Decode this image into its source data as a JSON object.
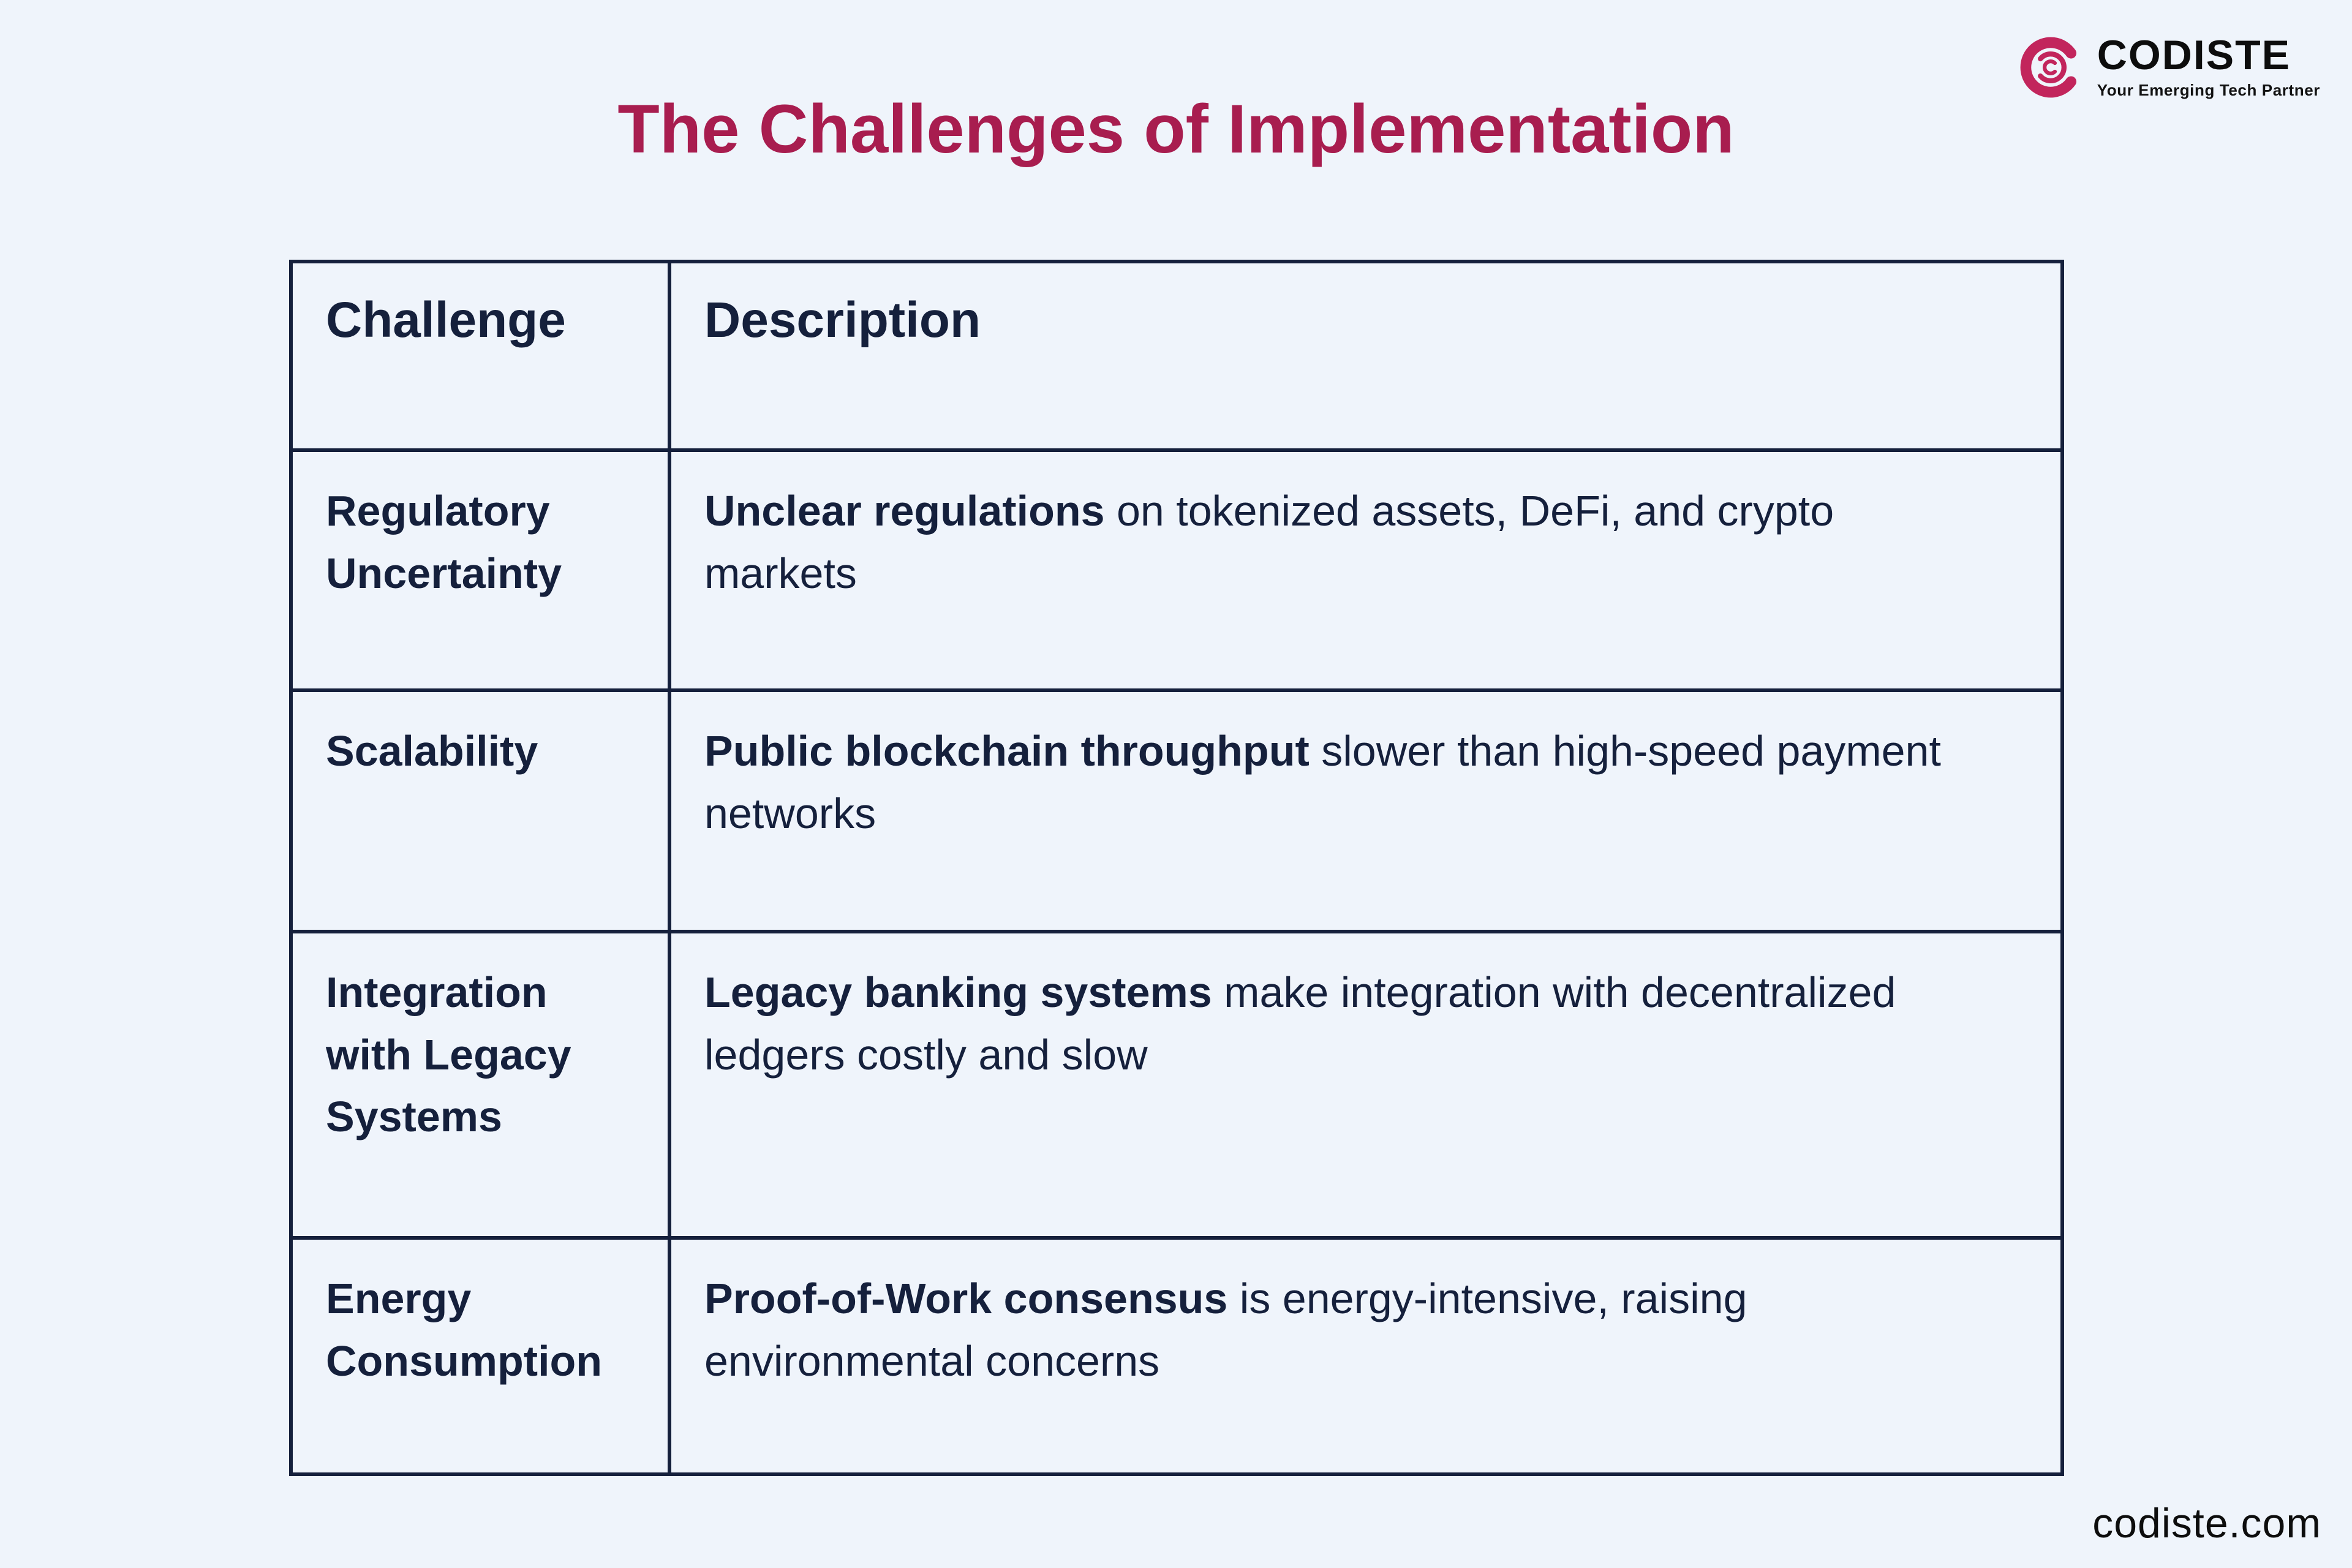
{
  "page": {
    "title": "The Challenges of Implementation",
    "footer_url": "codiste.com"
  },
  "logo": {
    "name": "CODISTE",
    "tagline": "Your Emerging Tech Partner"
  },
  "colors": {
    "accent": "#A81D4F",
    "navy": "#15203C",
    "logo_pink": "#C2255C",
    "background": "#EFF4FB",
    "ink": "#0D0D0D"
  },
  "table": {
    "headers": [
      "Challenge",
      "Description"
    ],
    "rows": [
      {
        "challenge": "Regulatory Uncertainty",
        "description_bold": "Unclear regulations",
        "description_rest": " on tokenized assets, DeFi, and crypto markets"
      },
      {
        "challenge": "Scalability",
        "description_bold": "Public blockchain throughput",
        "description_rest": " slower than high-speed payment networks"
      },
      {
        "challenge": "Integration with Legacy Systems",
        "description_bold": "Legacy banking systems",
        "description_rest": " make integration with decentralized ledgers costly and slow"
      },
      {
        "challenge": "Energy Consumption",
        "description_bold": "Proof-of-Work consensus",
        "description_rest": " is energy-intensive, raising environmental concerns"
      }
    ]
  }
}
